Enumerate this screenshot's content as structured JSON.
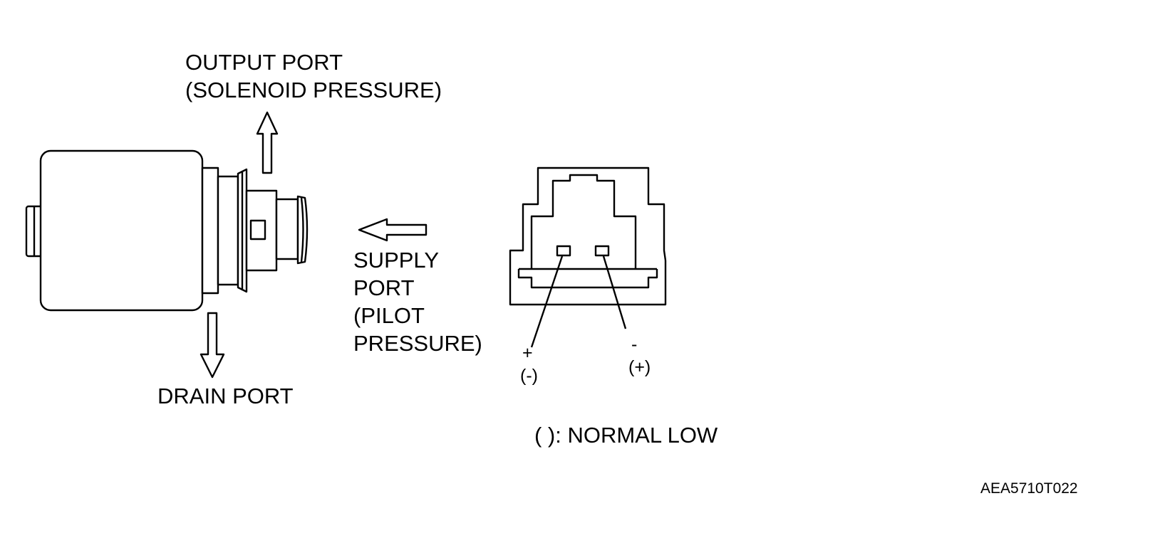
{
  "labels": {
    "output_port": [
      "OUTPUT PORT",
      "(SOLENOID PRESSURE)"
    ],
    "supply_port": [
      "SUPPLY",
      "PORT",
      "(PILOT",
      "PRESSURE)"
    ],
    "drain_port": "DRAIN PORT",
    "terminal_left": [
      "+",
      "(-)"
    ],
    "terminal_right": [
      "-",
      "(+)"
    ],
    "legend": "( ): NORMAL LOW",
    "figure_code": "AEA5710T022"
  },
  "colors": {
    "line": "#000000",
    "background": "#ffffff"
  }
}
